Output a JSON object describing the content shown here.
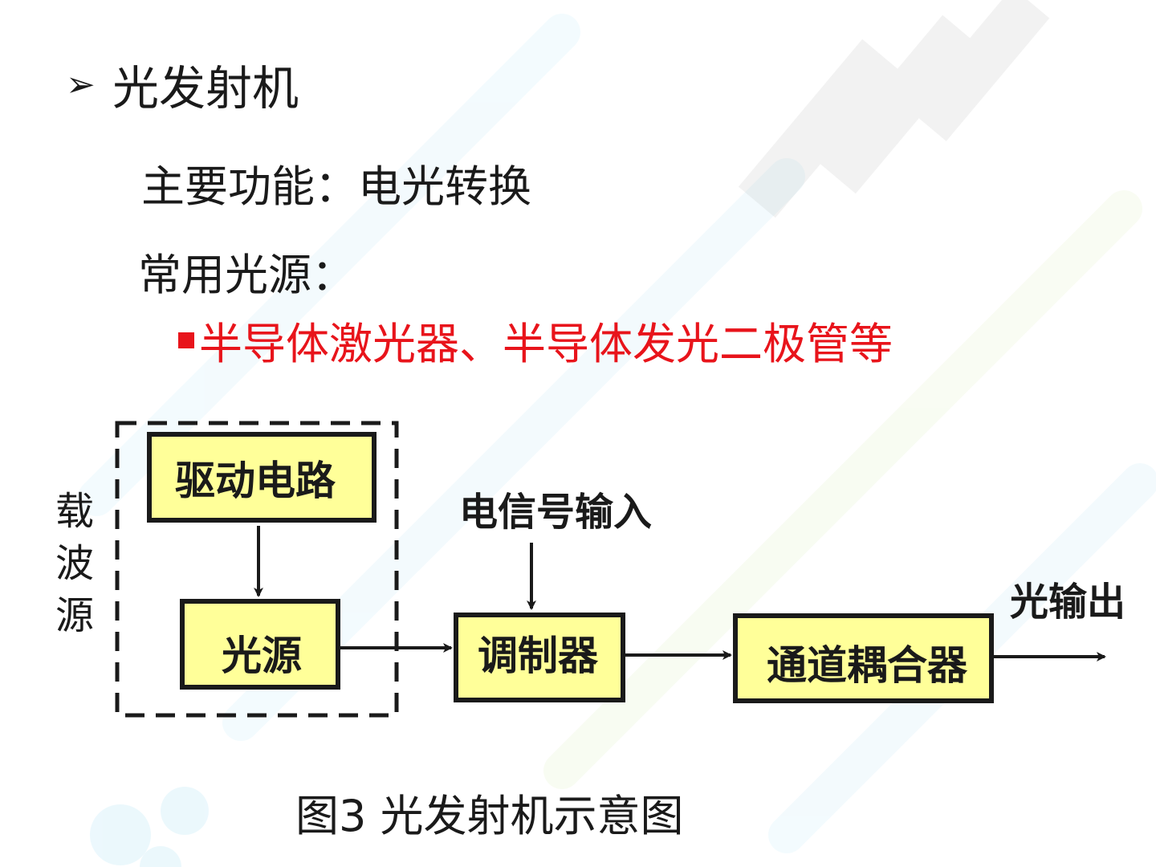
{
  "heading": {
    "bullet": "➢",
    "title": "光发射机"
  },
  "function_line": "主要功能：电光转换",
  "sources_line": "常用光源：",
  "sources_item": "半导体激光器、半导体发光二极管等",
  "diagram": {
    "group_label": [
      "载",
      "波",
      "源"
    ],
    "blocks": {
      "driver": "驱动电路",
      "light_source": "光源",
      "modulator": "调制器",
      "coupler": "通道耦合器"
    },
    "input_label": "电信号输入",
    "output_label": "光输出",
    "box_fill": "#ffff99",
    "box_stroke": "#1a1a1a"
  },
  "caption": "图3  光发射机示意图",
  "colors": {
    "highlight": "#e8141b"
  }
}
